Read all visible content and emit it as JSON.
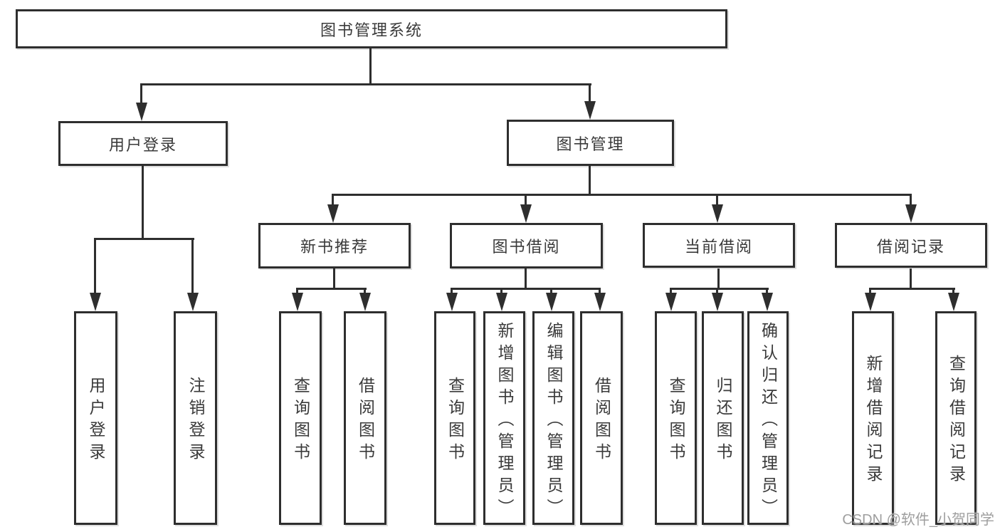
{
  "diagram": {
    "root": {
      "label": "图书管理系统"
    },
    "branches": [
      {
        "label": "用户登录",
        "leaves": [
          "用户登录",
          "注销登录"
        ]
      },
      {
        "label": "图书管理",
        "groups": [
          {
            "label": "新书推荐",
            "leaves": [
              "查询图书",
              "借阅图书"
            ]
          },
          {
            "label": "图书借阅",
            "leaves": [
              "查询图书",
              "新增图书（管理员）",
              "编辑图书（管理员）",
              "借阅图书"
            ]
          },
          {
            "label": "当前借阅",
            "leaves": [
              "查询图书",
              "归还图书",
              "确认归还（管理员）"
            ]
          },
          {
            "label": "借阅记录",
            "leaves": [
              "新增借阅记录",
              "查询借阅记录"
            ]
          }
        ]
      }
    ]
  },
  "watermark": {
    "text": "CSDN @软件_小贺同学",
    "color": "#9e9e9e"
  },
  "colors": {
    "line": "#2e2e2e",
    "text": "#3a3a3a",
    "box_background": "#ffffff",
    "page_background": "#ffffff"
  }
}
